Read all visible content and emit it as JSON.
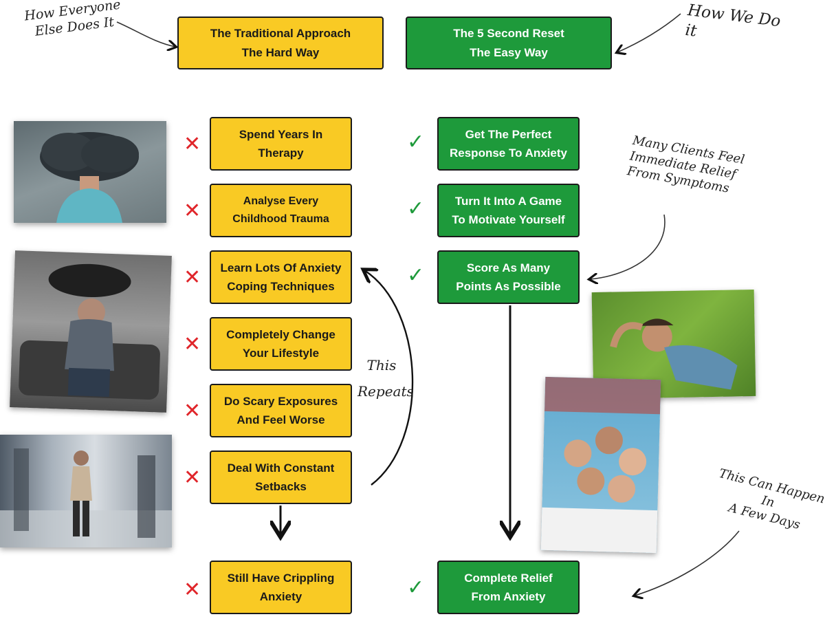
{
  "header": {
    "left_note": "How Everyone\nElse Does It",
    "right_note": "How We Do it",
    "traditional": "The Traditional Approach\nThe Hard Way",
    "reset": "The 5 Second Reset\nThe Easy Way"
  },
  "left_steps": [
    "Spend Years In\nTherapy",
    "Analyse Every\nChildhood Trauma",
    "Learn Lots Of Anxiety\nCoping Techniques",
    "Completely Change\nYour Lifestyle",
    "Do Scary Exposures\nAnd Feel Worse",
    "Deal With Constant\nSetbacks"
  ],
  "left_result": "Still Have Crippling\nAnxiety",
  "right_steps": [
    "Get The Perfect\nResponse To Anxiety",
    "Turn It Into A Game\nTo Motivate Yourself",
    "Score As Many\nPoints As Possible"
  ],
  "right_result": "Complete Relief\nFrom Anxiety",
  "notes": {
    "repeats": "This\nRepeats",
    "clients": "Many Clients Feel\nImmediate Relief\nFrom Symptoms",
    "days": "This Can Happen In\nA Few Days"
  },
  "marks": {
    "cross": "✕",
    "check": "✓"
  },
  "colors": {
    "yellow": "#f9ca24",
    "green": "#1e9a3b",
    "cross": "#e0262b"
  }
}
